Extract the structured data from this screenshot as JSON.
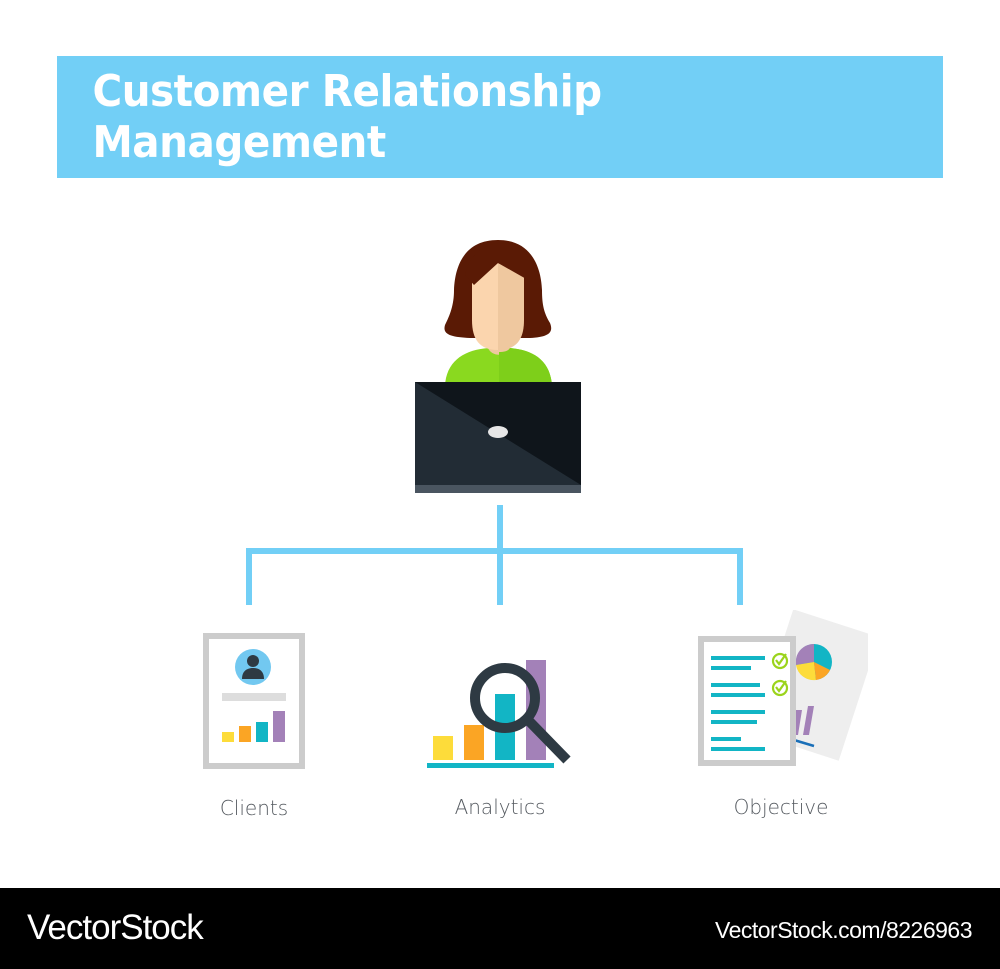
{
  "header": {
    "title": "Customer Relationship Management"
  },
  "center": {
    "figure": "woman-at-laptop",
    "colors": {
      "hair": "#5a1a05",
      "skin_light": "#fbd5ae",
      "skin_shade": "#efc89f",
      "shirt": "#8ad91f",
      "shirt_shade": "#7ecf1a",
      "laptop_dark": "#0f151b",
      "laptop_light": "#222c35",
      "laptop_base": "#4a5560",
      "logo": "#e6e6e6"
    }
  },
  "connector": {
    "color": "#72cff6"
  },
  "nodes": [
    {
      "label": "Clients",
      "icon": "client-profile-icon"
    },
    {
      "label": "Analytics",
      "icon": "analytics-magnifier-icon"
    },
    {
      "label": "Objective",
      "icon": "objective-checklist-icon"
    }
  ],
  "palette": {
    "yellow": "#fddc3a",
    "orange": "#fba524",
    "teal": "#12b5c5",
    "purple": "#a381b8",
    "check_green": "#9bd41c",
    "frame_gray": "#cccccc",
    "avatar_blue": "#72c8f0",
    "dark": "#2e3a43"
  },
  "footer": {
    "brand": "VectorStock",
    "url": "VectorStock.com/8226963"
  }
}
